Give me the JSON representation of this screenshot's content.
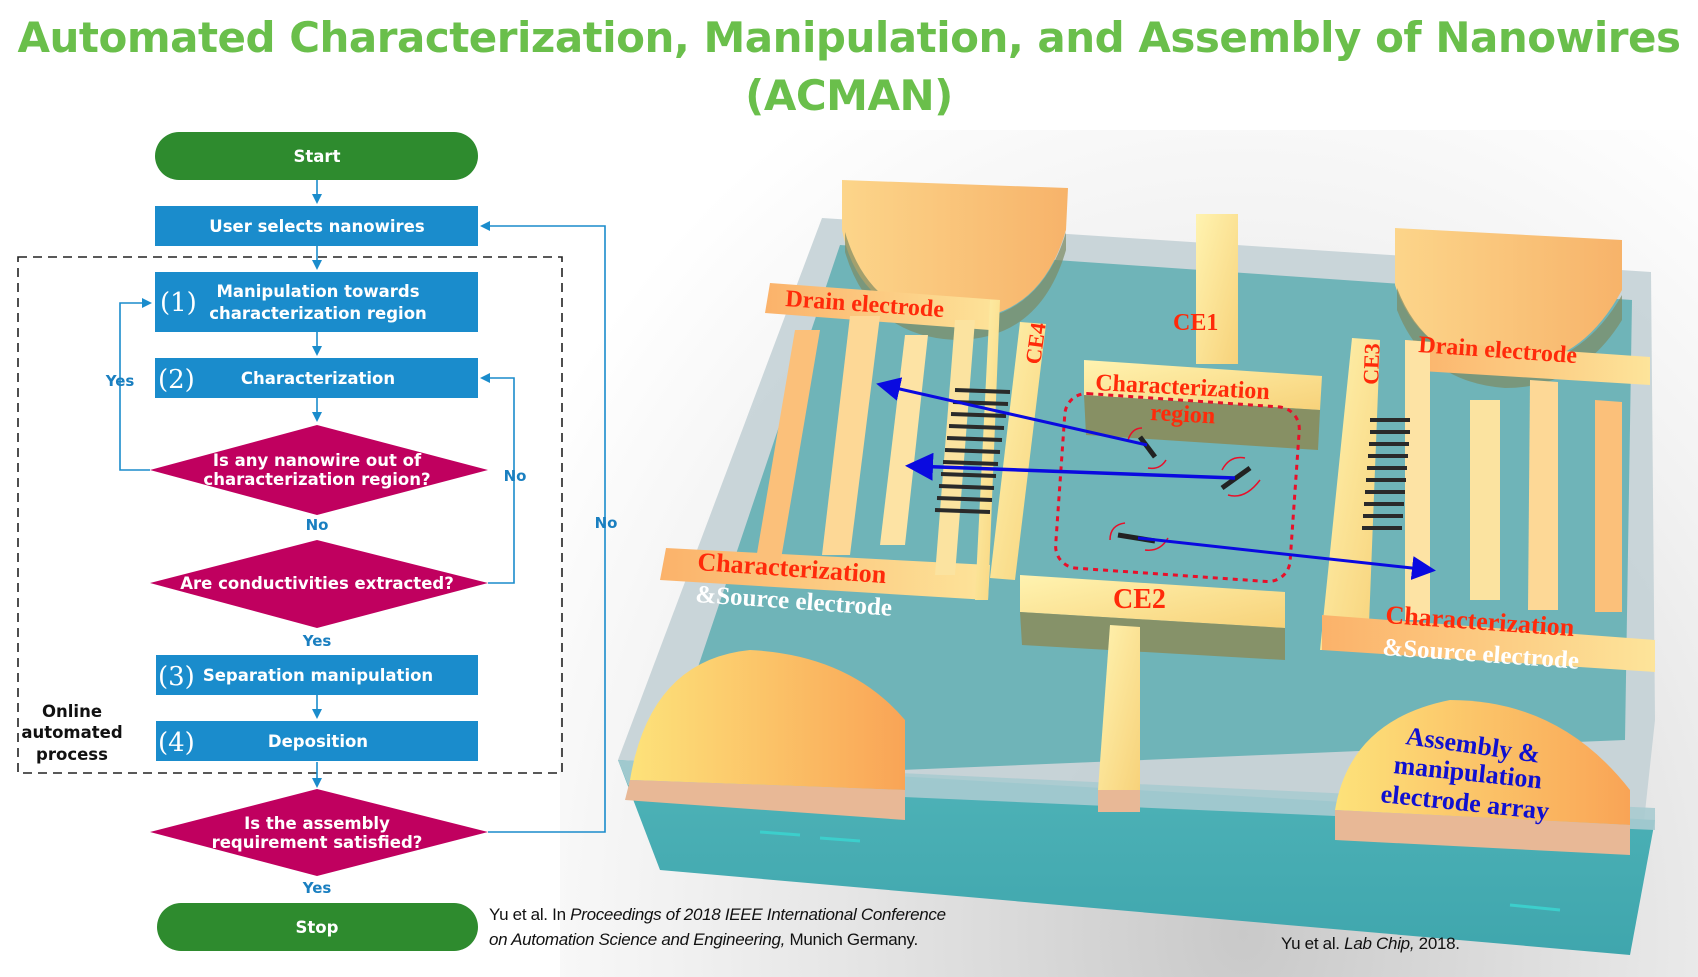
{
  "title": {
    "line1": "Automated Characterization, Manipulation, and Assembly of Nanowires",
    "line2": "(ACMAN)",
    "color": "#6abf4b"
  },
  "flowchart": {
    "colors": {
      "terminal": "#2e8b2e",
      "process": "#1a8ccc",
      "decision": "#c0005f",
      "connector": "#1a8ccc"
    },
    "start": "Start",
    "user_select": "User selects nanowires",
    "steps": [
      {
        "num": "(1)",
        "line1": "Manipulation towards",
        "line2": "characterization region"
      },
      {
        "num": "(2)",
        "line1": "Characterization"
      },
      {
        "num": "(3)",
        "line1": "Separation manipulation"
      },
      {
        "num": "(4)",
        "line1": "Deposition"
      }
    ],
    "decisions": [
      {
        "line1": "Is any nanowire out of",
        "line2": "characterization region?"
      },
      {
        "line1": "Are conductivities extracted?"
      },
      {
        "line1": "Is the assembly",
        "line2": "requirement satisfied?"
      }
    ],
    "edge_labels": {
      "yes_loop1": "Yes",
      "no_d1_down": "No",
      "no_d2_loop": "No",
      "yes_d2_down": "Yes",
      "no_d3_loop": "No",
      "yes_d3_down": "Yes"
    },
    "region_label": {
      "line1": "Online",
      "line2": "automated",
      "line3": "process"
    },
    "stop": "Stop"
  },
  "citations": {
    "left": {
      "prefix": "Yu et al. In ",
      "italic1": "Proceedings of 2018 IEEE International Conference",
      "italic2": "on Automation Science and Engineering,",
      "suffix": " Munich Germany."
    },
    "right": {
      "prefix": "Yu et al. ",
      "italic": "Lab Chip,",
      "suffix": " 2018."
    }
  },
  "device": {
    "labels": {
      "drain_left": "Drain electrode",
      "drain_right": "Drain electrode",
      "ce1": "CE1",
      "ce2": "CE2",
      "ce3": "CE3",
      "ce4": "CE4",
      "char_region_1": "Characterization",
      "char_region_2": "region",
      "char_left_1": "Characterization",
      "char_left_2": "&Source electrode",
      "char_right_1": "Characterization",
      "char_right_2": "&Source electrode",
      "assembly_1": "Assembly &",
      "assembly_2": "manipulation",
      "assembly_3": "electrode array"
    }
  }
}
